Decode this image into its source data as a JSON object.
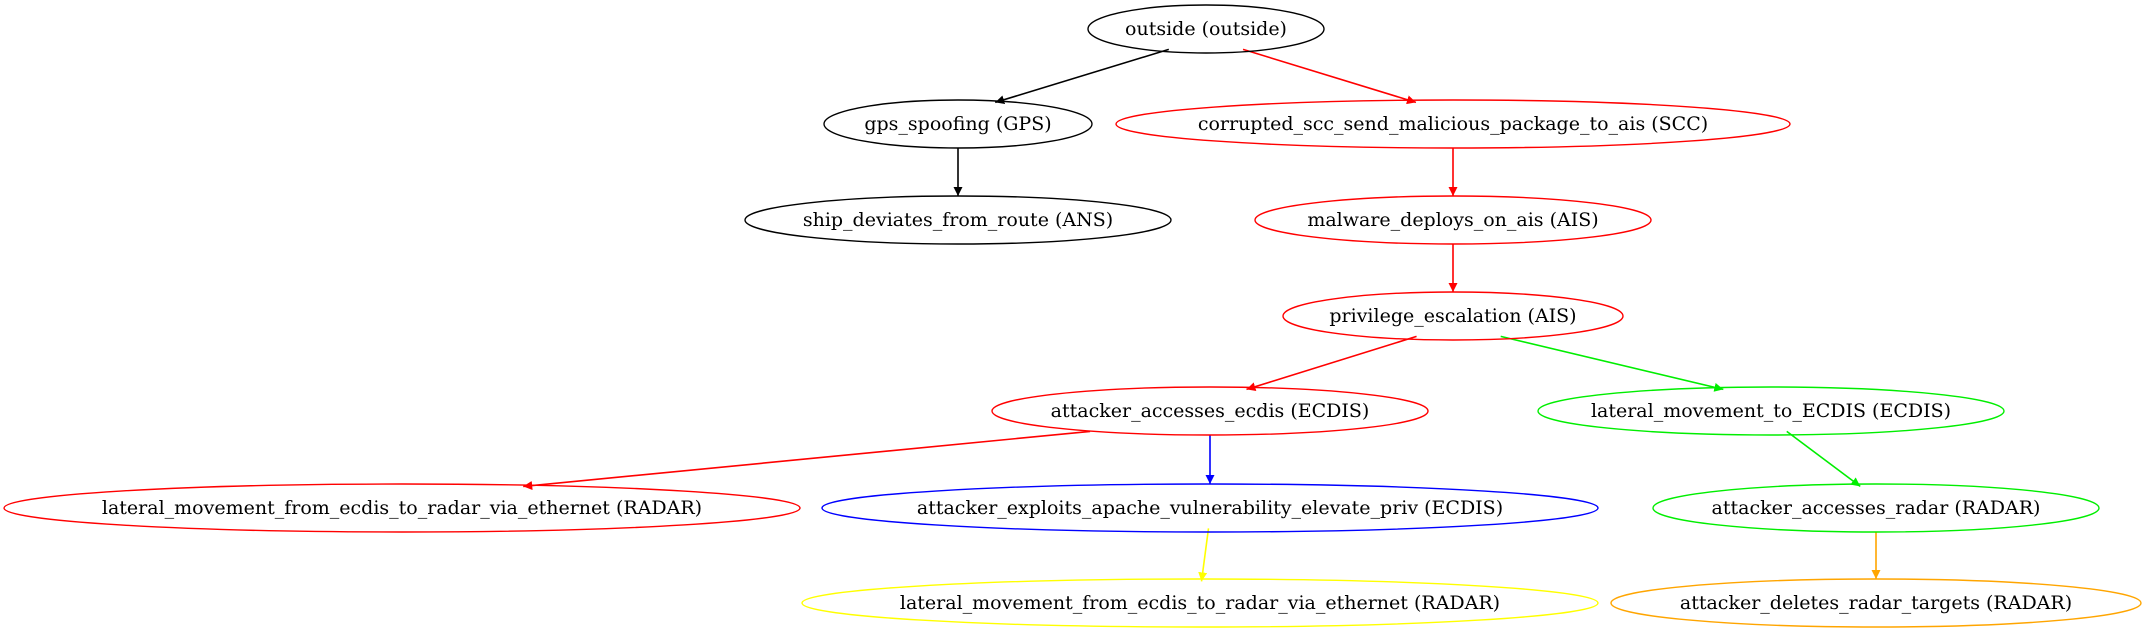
{
  "nodes": [
    {
      "id": "outside",
      "label": "outside (outside)",
      "color": "#000000"
    },
    {
      "id": "gps",
      "label": "gps_spoofing (GPS)",
      "color": "#000000"
    },
    {
      "id": "scc",
      "label": "corrupted_scc_send_malicious_package_to_ais (SCC)",
      "color": "#ff0000"
    },
    {
      "id": "ans",
      "label": "ship_deviates_from_route (ANS)",
      "color": "#000000"
    },
    {
      "id": "ais_malware",
      "label": "malware_deploys_on_ais (AIS)",
      "color": "#ff0000"
    },
    {
      "id": "ais_priv",
      "label": "privilege_escalation (AIS)",
      "color": "#ff0000"
    },
    {
      "id": "ecdis_access",
      "label": "attacker_accesses_ecdis (ECDIS)",
      "color": "#ff0000"
    },
    {
      "id": "ecdis_lateral",
      "label": "lateral_movement_to_ECDIS (ECDIS)",
      "color": "#00ee00"
    },
    {
      "id": "radar_lateral_red",
      "label": "lateral_movement_from_ecdis_to_radar_via_ethernet (RADAR)",
      "color": "#ff0000"
    },
    {
      "id": "apache",
      "label": "attacker_exploits_apache_vulnerability_elevate_priv (ECDIS)",
      "color": "#0000ff"
    },
    {
      "id": "radar_access",
      "label": "attacker_accesses_radar (RADAR)",
      "color": "#00ee00"
    },
    {
      "id": "radar_lateral_yellow",
      "label": "lateral_movement_from_ecdis_to_radar_via_ethernet (RADAR)",
      "color": "#ffff00"
    },
    {
      "id": "radar_delete",
      "label": "attacker_deletes_radar_targets (RADAR)",
      "color": "#ffa500"
    }
  ],
  "edges": [
    {
      "from": "outside",
      "to": "gps",
      "color": "#000000"
    },
    {
      "from": "outside",
      "to": "scc",
      "color": "#ff0000"
    },
    {
      "from": "gps",
      "to": "ans",
      "color": "#000000"
    },
    {
      "from": "scc",
      "to": "ais_malware",
      "color": "#ff0000"
    },
    {
      "from": "ais_malware",
      "to": "ais_priv",
      "color": "#ff0000"
    },
    {
      "from": "ais_priv",
      "to": "ecdis_access",
      "color": "#ff0000"
    },
    {
      "from": "ais_priv",
      "to": "ecdis_lateral",
      "color": "#00ee00"
    },
    {
      "from": "ecdis_access",
      "to": "radar_lateral_red",
      "color": "#ff0000"
    },
    {
      "from": "ecdis_access",
      "to": "apache",
      "color": "#0000ff"
    },
    {
      "from": "ecdis_lateral",
      "to": "radar_access",
      "color": "#00ee00"
    },
    {
      "from": "apache",
      "to": "radar_lateral_yellow",
      "color": "#ffff00"
    },
    {
      "from": "radar_access",
      "to": "radar_delete",
      "color": "#ffa500"
    }
  ]
}
